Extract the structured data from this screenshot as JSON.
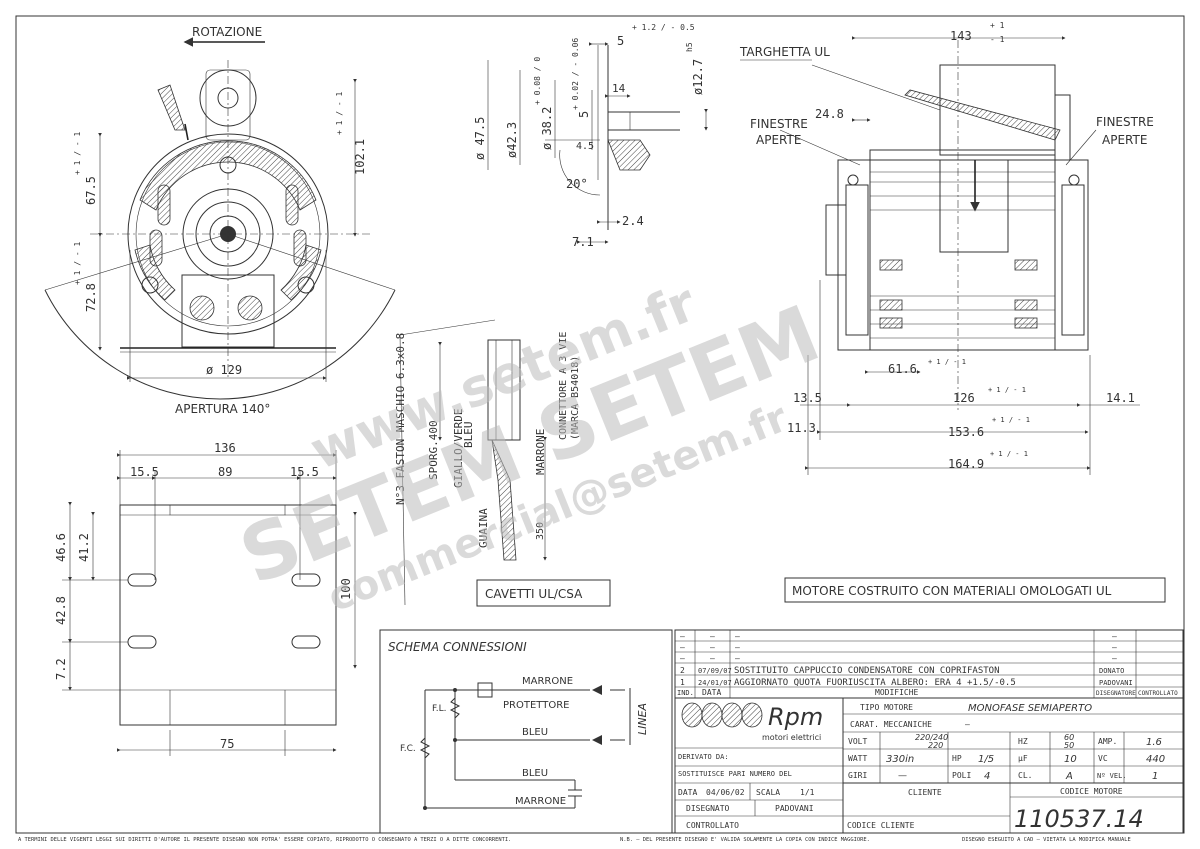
{
  "labels": {
    "rotation": "ROTAZIONE",
    "opening": "APERTURA 140°",
    "ul_plate": "TARGHETTA UL",
    "open_windows_left_1": "FINESTRE",
    "open_windows_left_2": "APERTE",
    "open_windows_right_1": "FINESTRE",
    "open_windows_right_2": "APERTE",
    "cables": "CAVETTI UL/CSA",
    "ul_note": "MOTORE COSTRUITO CON MATERIALI OMOLOGATI UL",
    "faston": "N°3 FASTON MASCHIO 6.3x0.8",
    "sporg": "SPORG.400",
    "gialloverde": "GIALLO/VERDE",
    "bleu_lbl": "BLEU",
    "marrone_lbl": "MARRONE",
    "guaina": "GUAINA",
    "connector_1": "CONNETTORE A 3 VIE",
    "connector_2": "(MARCA B54018)",
    "schema": "SCHEMA CONNESSIONI",
    "s_marrone": "MARRONE",
    "s_protettore": "PROTETTORE",
    "s_bleu": "BLEU",
    "s_bleu2": "BLEU",
    "s_marrone2": "MARRONE",
    "s_linea": "LINEA",
    "s_fl": "F.L.",
    "s_fc": "F.C."
  },
  "dims": {
    "d143": "143",
    "d143_tol_p": "+ 1",
    "d143_tol_m": "- 1",
    "d24_8": "24.8",
    "d61_6": "61.6",
    "d61_6_tol": "+ 1 / - 1",
    "d13_5": "13.5",
    "d126": "126",
    "d126_tol": "+ 1 / - 1",
    "d14_1": "14.1",
    "d11_3": "11.3",
    "d153_6": "153.6",
    "d153_6_tol": "+ 1 / - 1",
    "d164_9": "164.9",
    "d164_9_tol": "+ 1 / - 1",
    "d67_5": "67.5",
    "d67_5_tol": "+ 1 / - 1",
    "d102_1": "102.1",
    "d102_1_tol": "+ 1 / - 1",
    "d72_8": "72.8",
    "d72_8_tol": "+ 1 / - 1",
    "d129": "ø 129",
    "d5": "5",
    "d5_tol": "+ 1.2 / - 0.5",
    "d14": "14",
    "d47_5": "ø 47.5",
    "d42_3": "ø42.3",
    "d38_2": "ø 38.2",
    "d38_2_tol": "+ 0.08 / 0",
    "d5_b": "5",
    "d5_b_tol": "+ 0.02 / - 0.06",
    "d4_5": "4.5",
    "d12_7": "ø12.7",
    "d12_7_tol": "h5",
    "d20": "20°",
    "d2_4": "2.4",
    "d7_1": "7.1",
    "d136": "136",
    "d15_5_l": "15.5",
    "d89": "89",
    "d15_5_r": "15.5",
    "d46_6": "46.6",
    "d41_2": "41.2",
    "d42_8": "42.8",
    "d7_2": "7.2",
    "d100": "100",
    "d75": "75",
    "d350": "350"
  },
  "title_block": {
    "rev_rows": [
      {
        "ind": "–",
        "data": "–",
        "desc": "–",
        "dis": "–",
        "ctrl": ""
      },
      {
        "ind": "–",
        "data": "–",
        "desc": "–",
        "dis": "–",
        "ctrl": ""
      },
      {
        "ind": "–",
        "data": "–",
        "desc": "–",
        "dis": "–",
        "ctrl": ""
      },
      {
        "ind": "2",
        "data": "07/09/07",
        "desc": "SOSTITUITO CAPPUCCIO CONDENSATORE CON COPRIFASTON",
        "dis": "DONATO",
        "ctrl": ""
      },
      {
        "ind": "1",
        "data": "24/01/07",
        "desc": "AGGIORNATO QUOTA FUORIUSCITA ALBERO: ERA 4 +1.5/-0.5",
        "dis": "PADOVANI",
        "ctrl": ""
      }
    ],
    "hdr_ind": "IND.",
    "hdr_data": "DATA",
    "hdr_modifiche": "MODIFICHE",
    "hdr_disegnatore": "DISEGNATORE",
    "hdr_controllato": "CONTROLLATO",
    "brand": "Rpm",
    "brand_sub": "motori elettrici",
    "tipo_motore_lbl": "TIPO MOTORE",
    "tipo_motore": "MONOFASE SEMIAPERTO",
    "carat_lbl": "CARAT. MECCANICHE",
    "carat_val": "—",
    "volt_lbl": "VOLT",
    "volt_val1": "220/240",
    "volt_val2": "220",
    "hz_lbl": "HZ",
    "hz_val1": "60",
    "hz_val2": "50",
    "amp_lbl": "AMP.",
    "amp_val": "1.6",
    "watt_lbl": "WATT",
    "watt_val": "330in",
    "hp_lbl": "HP",
    "hp_val": "1/5",
    "uf_lbl": "μF",
    "uf_val": "10",
    "vc_lbl": "VC",
    "vc_val": "440",
    "giri_lbl": "GIRI",
    "giri_val": "—",
    "poli_lbl": "POLI",
    "poli_val": "4",
    "cl_lbl": "CL.",
    "cl_val": "A",
    "nvel_lbl": "Nº VEL.",
    "nvel_val": "1",
    "derivato_lbl": "DERIVATO DA:",
    "sostituisce_lbl": "SOSTITUISCE PARI NUMERO DEL",
    "data_lbl": "DATA",
    "data_val": "04/06/02",
    "scala_lbl": "SCALA",
    "scala_val": "1/1",
    "cliente_lbl": "CLIENTE",
    "codice_motore_lbl": "CODICE MOTORE",
    "codice_motore": "110537.14",
    "disegnato_lbl": "DISEGNATO",
    "disegnato_val": "PADOVANI",
    "controllato_lbl": "CONTROLLATO",
    "codice_cliente_lbl": "CODICE CLIENTE"
  },
  "footer": {
    "left": "A TERMINI DELLE VIGENTI LEGGI SUI DIRITTI D'AUTORE IL PRESENTE DISEGNO NON POTRA' ESSERE COPIATO, RIPRODOTTO O CONSEGNATO A TERZI O A DITTE CONCORRENTI.",
    "mid": "N.B. – DEL PRESENTE DISEGNO E' VALIDA SOLAMENTE LA COPIA CON INDICE MAGGIORE.",
    "right": "DISEGNO ESEGUITO A CAD – VIETATA LA MODIFICA MANUALE"
  },
  "watermark": {
    "www": "www.setem.fr",
    "big": "SETEM SETEM",
    "mail": "commercial@setem.fr"
  }
}
